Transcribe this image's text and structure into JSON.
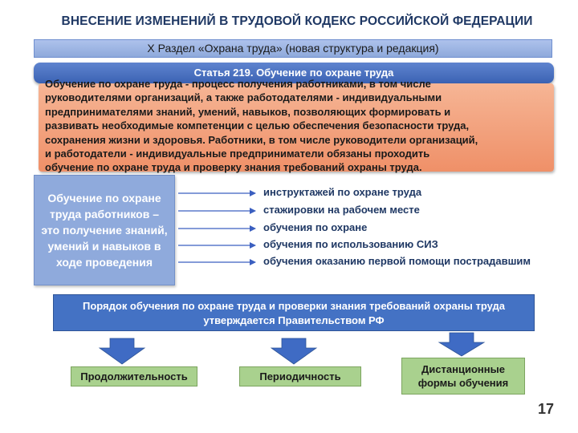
{
  "title": "ВНЕСЕНИЕ ИЗМЕНЕНИЙ В ТРУДОВОЙ КОДЕКС РОССИЙСКОЙ ФЕДЕРАЦИИ",
  "section": "X Раздел «Охрана труда» (новая структура и редакция)",
  "article": "Статья 219. Обучение по охране труда",
  "definition": {
    "lines": [
      "Обучение по охране труда - процесс получения работниками, в том числе",
      "руководителями организаций, а также работодателями - индивидуальными",
      "предпринимателями знаний, умений, навыков, позволяющих формировать и",
      "развивать необходимые компетенции с целью обеспечения безопасности труда,",
      "сохранения жизни и здоровья. Работники, в том числе руководители организаций,",
      "и работодатели - индивидуальные предприниматели обязаны проходить",
      "обучение по охране труда и проверку знания требований охраны труда."
    ]
  },
  "training_box": "Обучение по охране труда работников – это получение знаний, умений и навыков в ходе проведения",
  "training_items": [
    "инструктажей  по охране труда",
    "стажировки на рабочем месте",
    "обучения  по охране",
    "обучения  по использованию СИЗ",
    "обучения оказанию первой помощи пострадавшим"
  ],
  "procedure": {
    "line1": "Порядок обучения по охране труда и проверки знания требований охраны труда",
    "line2": "утверждается Правительством РФ"
  },
  "outcomes": {
    "duration": "Продолжительность",
    "periodicity": "Периодичность",
    "remote_line1": "Дистанционные",
    "remote_line2": "формы обучения"
  },
  "page_number": "17",
  "colors": {
    "title": "#1f3864",
    "section_bg": "#8ea9db",
    "article_bg": "#4472c4",
    "definition_bg": "#f4b183",
    "training_box_bg": "#8faadc",
    "arrow": "#3b5fc0",
    "banner_bg": "#4472c4",
    "outcome_bg": "#a9d18e"
  }
}
